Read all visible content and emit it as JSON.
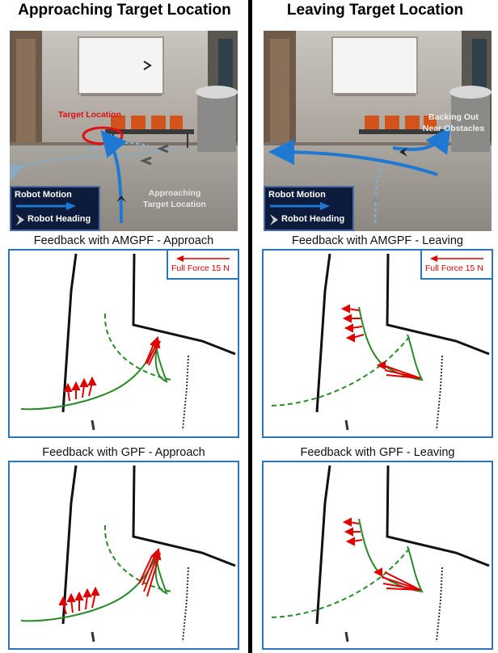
{
  "left": {
    "title": "Approaching Target Location",
    "target_label": "Target Location",
    "approach_note": "Approaching Target Location",
    "caption_amgpf": "Feedback with AMGPF - Approach",
    "caption_gpf": "Feedback with GPF - Approach",
    "force_label": "Full Force 15 N"
  },
  "right": {
    "title": "Leaving Target Location",
    "backing_note": "Backing Out Near Obstacles",
    "caption_amgpf": "Feedback with AMGPF - Leaving",
    "caption_gpf": "Feedback with GPF - Leaving",
    "force_label": "Full Force 15 N"
  },
  "legend": {
    "motion": "Robot Motion",
    "heading": "Robot Heading"
  },
  "colors": {
    "force_arrow": "#e00000",
    "path_green": "#2a8a2a",
    "motion_blue": "#1f78d1",
    "panel_border": "#2e75b6",
    "legend_bg": "#0d1b3d"
  },
  "icons": [
    "robot-motion-arrow-icon",
    "robot-heading-chevron-icon"
  ]
}
